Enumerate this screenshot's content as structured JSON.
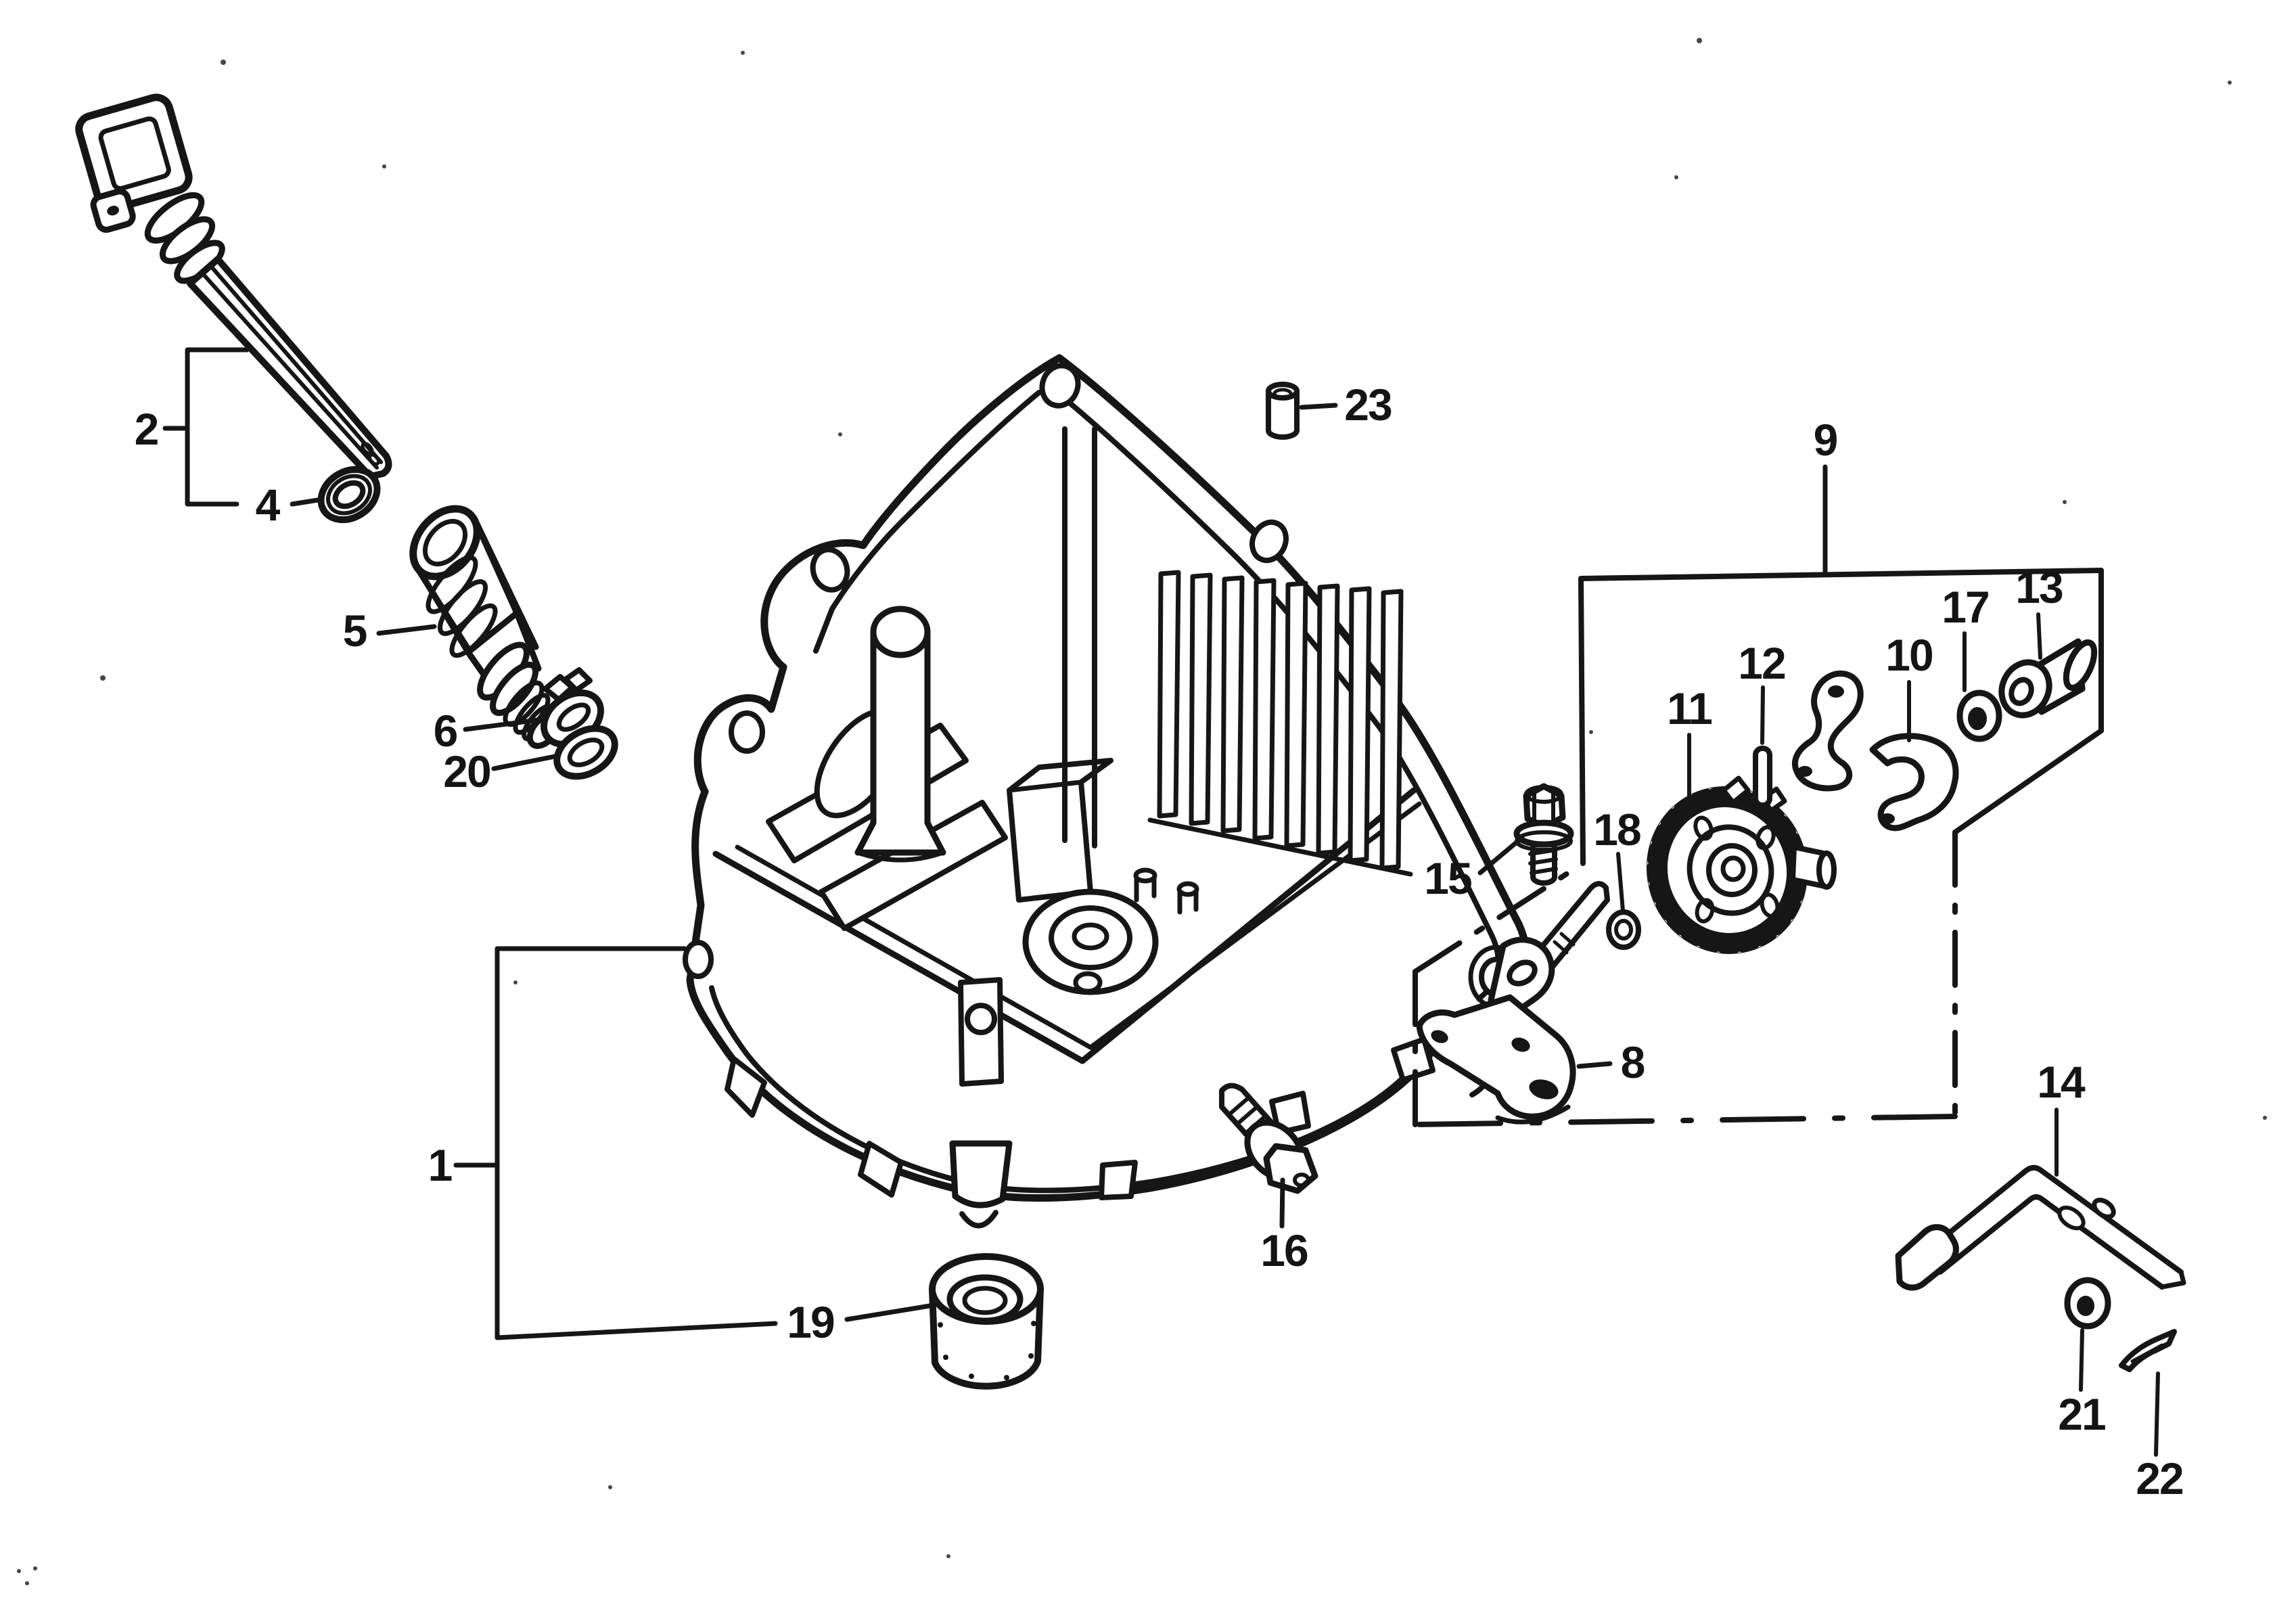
{
  "figure": {
    "kind": "exploded-parts-line-diagram",
    "colors": {
      "paper": "#ffffff",
      "ink": "#161616"
    },
    "callouts": {
      "c1": {
        "label": "1"
      },
      "c2": {
        "label": "2"
      },
      "c4": {
        "label": "4"
      },
      "c5": {
        "label": "5"
      },
      "c6": {
        "label": "6"
      },
      "c8": {
        "label": "8"
      },
      "c9": {
        "label": "9"
      },
      "c10": {
        "label": "10"
      },
      "c11": {
        "label": "11"
      },
      "c12": {
        "label": "12"
      },
      "c13": {
        "label": "13"
      },
      "c14": {
        "label": "14"
      },
      "c15": {
        "label": "15"
      },
      "c16": {
        "label": "16"
      },
      "c17": {
        "label": "17"
      },
      "c18": {
        "label": "18"
      },
      "c19": {
        "label": "19"
      },
      "c20": {
        "label": "20"
      },
      "c21": {
        "label": "21"
      },
      "c22": {
        "label": "22"
      },
      "c23": {
        "label": "23"
      }
    }
  }
}
